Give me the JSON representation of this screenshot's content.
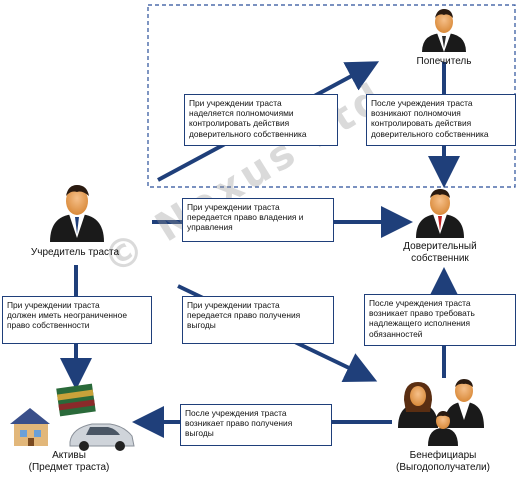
{
  "colors": {
    "arrow": "#1f3f7a",
    "box_border": "#1f3f7a",
    "dashed": "#2a4f9a"
  },
  "actors": {
    "trustee": {
      "label": "Попечитель"
    },
    "founder": {
      "label": "Учредитель траста"
    },
    "manager": {
      "label": "Доверительный\nсобственник"
    },
    "beneficiaries": {
      "label": "Бенефициары\n(Выгодополучатели)"
    },
    "assets": {
      "label": "Активы\n(Предмет траста)"
    }
  },
  "boxes": {
    "trustee_power": "При учреждении траста\nнаделяется полномочиями\nконтролировать действия\nдоверительного собственника",
    "trustee_after": "После учреждения траста\nвозникают полномочия\nконтролировать действия\nдоверительного собственника",
    "ownership_transfer": "При учреждении траста\nпередается право владения и\nуправления",
    "founder_right": "При учреждении траста\nдолжен иметь неограниченное\nправо собственности",
    "benefit_transfer": "При учреждении траста\nпередается право получения\nвыгоды",
    "beneficiary_demand": "После учреждения траста\nвозникает право требовать\nнадлежащего исполнения\nобязанностей",
    "beneficiary_benefit": "После учреждения траста\nвозникает право получения\nвыгоды"
  },
  "watermark": "© Nexus Ltd"
}
